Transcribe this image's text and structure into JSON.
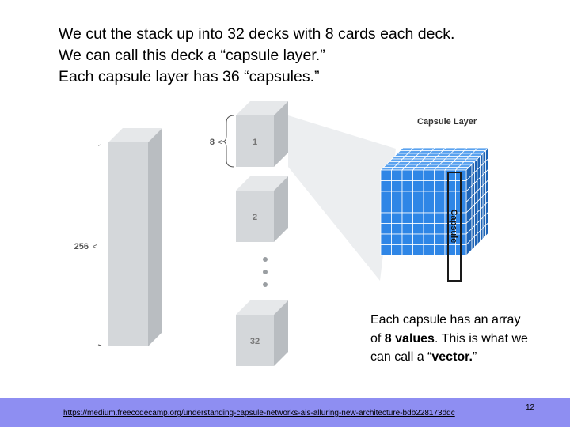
{
  "slide": {
    "heading_lines": [
      "We cut the stack up into 32 decks with 8 cards each deck.",
      "We can call this deck a “capsule layer.”",
      "Each capsule layer has 36 “capsules.”"
    ],
    "caption": {
      "part1": "Each capsule has an array of ",
      "bold1": "8 values",
      "part2": ". This is what we can call a “",
      "bold2": "vector.",
      "part3": "”"
    },
    "footer_link": "https://medium.freecodecamp.org/understanding-capsule-networks-ais-alluring-new-architecture-bdb228173ddc",
    "page_number": "12"
  },
  "diagram": {
    "stack_height_label": "256",
    "deck_height_label": "8",
    "deck_labels": [
      "1",
      "2",
      "32"
    ],
    "capsule_layer_title": "Capsule Layer",
    "capsule_label": "Capsule",
    "colors": {
      "block_face": "#d4d7da",
      "block_top": "#e6e8ea",
      "block_side": "#b9bdc1",
      "capsule_blue": "#2f86e6",
      "capsule_blue_light": "#5aa2ef",
      "capsule_blue_dark": "#1d63b5",
      "footer_bar": "#8e8ef2"
    }
  }
}
